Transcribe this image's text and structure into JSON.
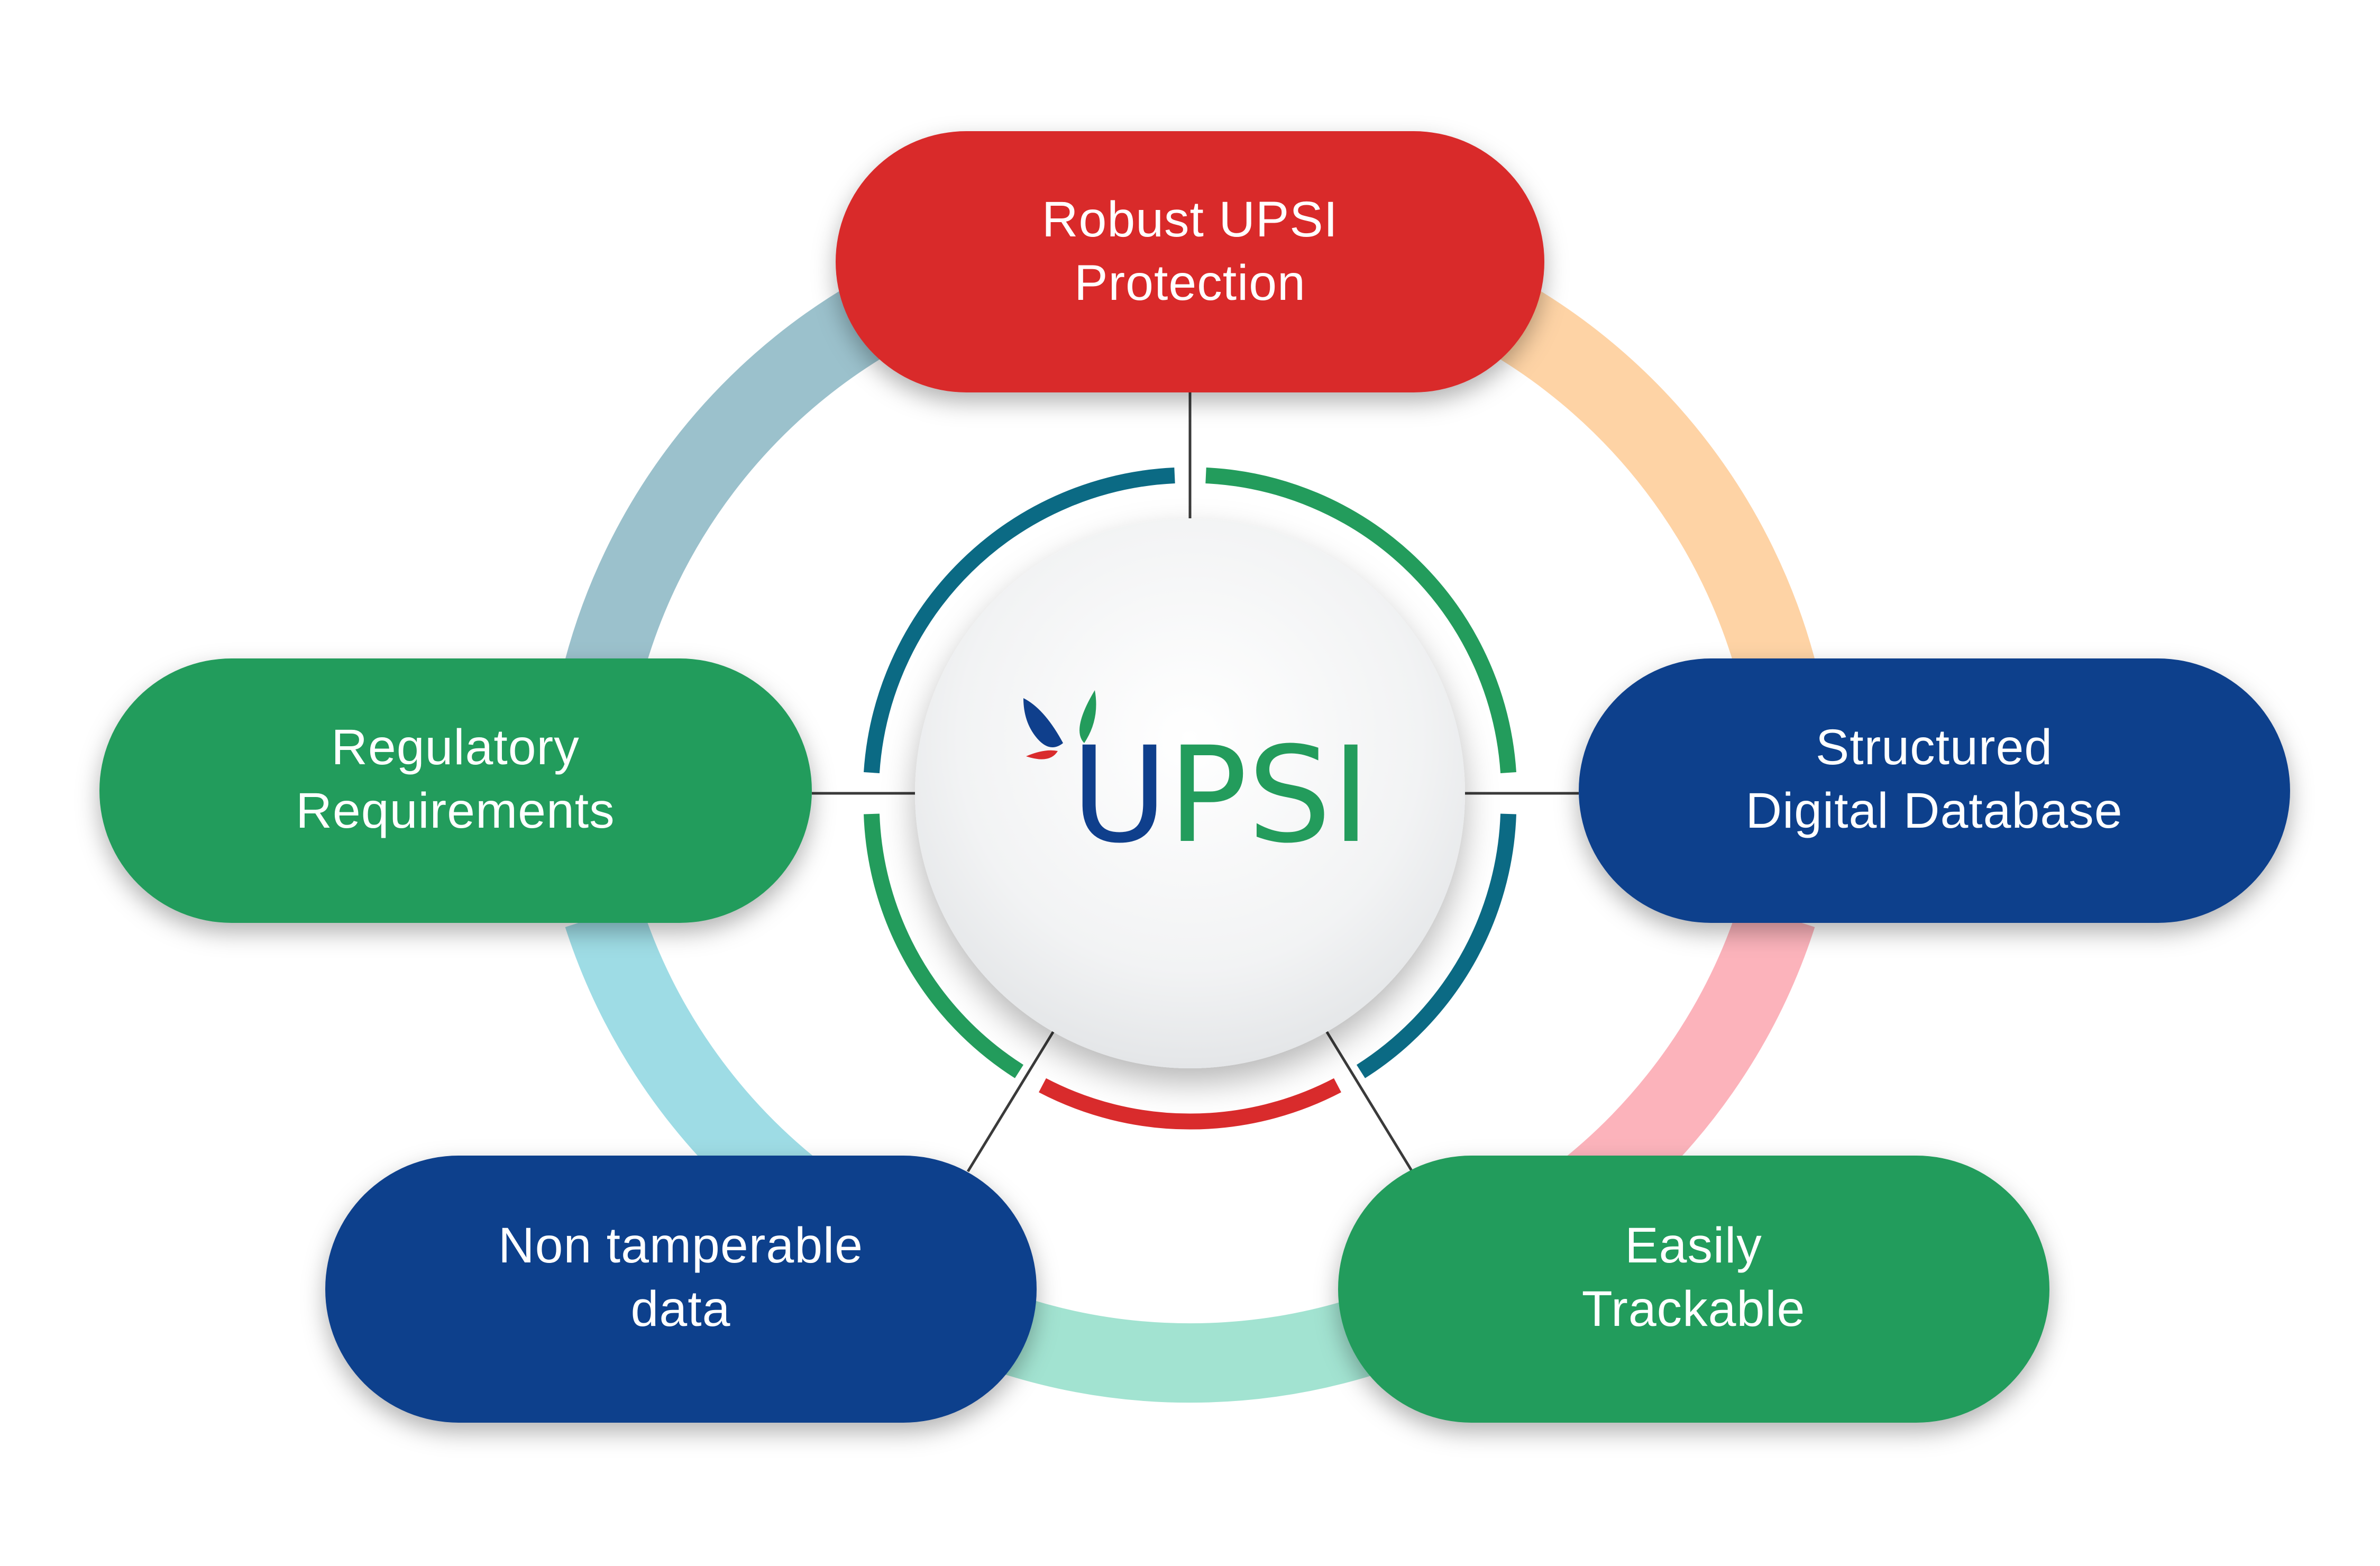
{
  "logo": {
    "prefix": "U",
    "suffix": "PSI",
    "prefix_color": "#0f3f8c",
    "suffix_color": "#239c5c"
  },
  "nodes": [
    {
      "id": "top",
      "lines": [
        "Robust UPSI",
        "Protection"
      ],
      "color": "#d92b2c"
    },
    {
      "id": "right",
      "lines": [
        "Structured",
        "Digital Database"
      ],
      "color": "#0f3f8c"
    },
    {
      "id": "bottom-right",
      "lines": [
        "Easily",
        "Trackable"
      ],
      "color": "#239c5c"
    },
    {
      "id": "bottom-left",
      "lines": [
        "Non tamperable",
        "data"
      ],
      "color": "#0f3f8c"
    },
    {
      "id": "left",
      "lines": [
        "Regulatory",
        "Requirements"
      ],
      "color": "#239c5c"
    }
  ],
  "outer_ring_colors": [
    "#fed3a5",
    "#fcb3bb",
    "#a2e3d1",
    "#9edce5",
    "#9bc1cc"
  ],
  "inner_ring_colors": {
    "teal": "#0b6a84",
    "green": "#239c5c",
    "red": "#d92b2c"
  },
  "connector_color": "#3a3a3a"
}
